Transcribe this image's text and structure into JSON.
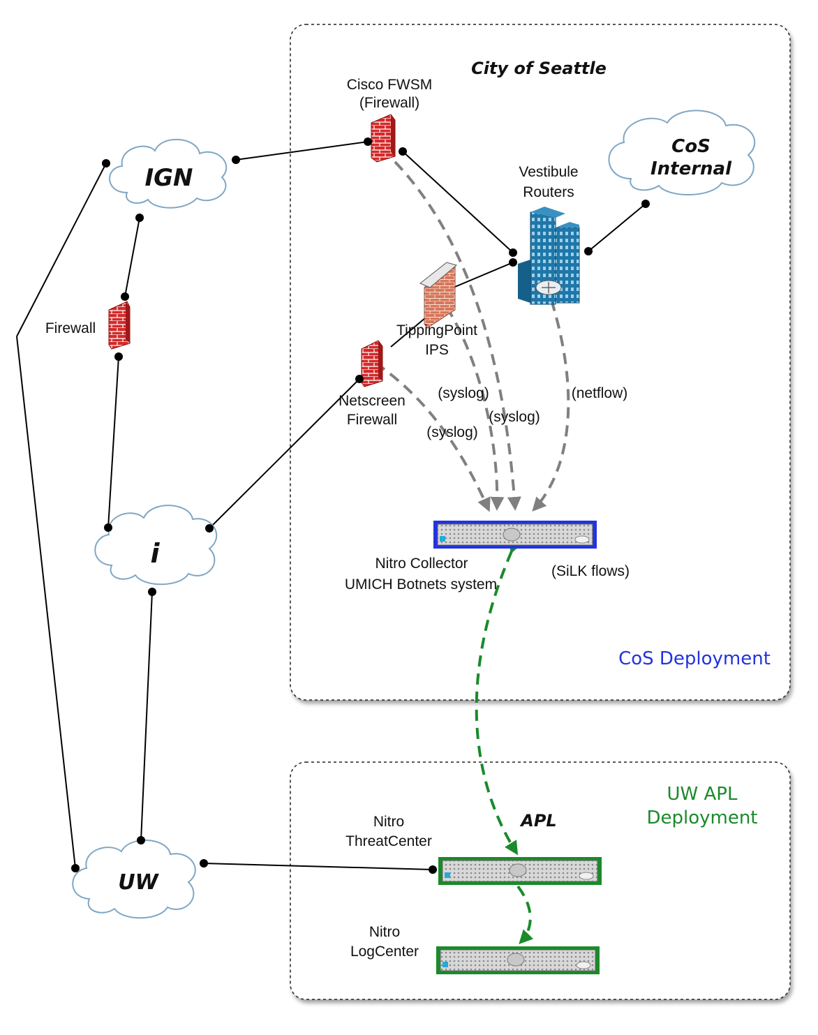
{
  "zones": {
    "cos": {
      "title": "City of Seattle",
      "caption": "CoS Deployment",
      "caption_color": "#2233dd"
    },
    "apl": {
      "title": "APL",
      "caption_line1": "UW APL",
      "caption_line2": "Deployment",
      "caption_color": "#1a8a2a"
    }
  },
  "clouds": {
    "ign": "IGN",
    "i": "i",
    "uw": "UW",
    "cos_internal_line1": "CoS",
    "cos_internal_line2": "Internal"
  },
  "devices": {
    "cisco_fwsm": {
      "line1": "Cisco FWSM",
      "line2": "(Firewall)"
    },
    "vestibule_routers": {
      "line1": "Vestibule",
      "line2": "Routers"
    },
    "tippingpoint": {
      "line1": "TippingPoint",
      "line2": "IPS"
    },
    "netscreen": {
      "line1": "Netscreen",
      "line2": "Firewall"
    },
    "left_firewall": {
      "label": "Firewall"
    },
    "nitro_collector": {
      "line1": "Nitro Collector",
      "line2": "UMICH Botnets system"
    },
    "nitro_threatcenter": {
      "line1": "Nitro",
      "line2": "ThreatCenter"
    },
    "nitro_logcenter": {
      "line1": "Nitro",
      "line2": "LogCenter"
    }
  },
  "flows": {
    "syslog_a": "(syslog)",
    "syslog_b": "(syslog)",
    "syslog_c": "(syslog)",
    "netflow": "(netflow)",
    "silk": "(SiLK flows)"
  },
  "colors": {
    "link": "#000000",
    "feed_arrow": "#808080",
    "silk_arrow": "#1a8a2a",
    "collector_border": "#2233dd",
    "apl_border": "#1a8a2a",
    "firewall_red": "#cc2222",
    "router_blue": "#1f77a8"
  },
  "icons": [
    "cloud-icon",
    "firewall-icon",
    "router-building-icon",
    "ips-wall-icon",
    "server-icon"
  ]
}
